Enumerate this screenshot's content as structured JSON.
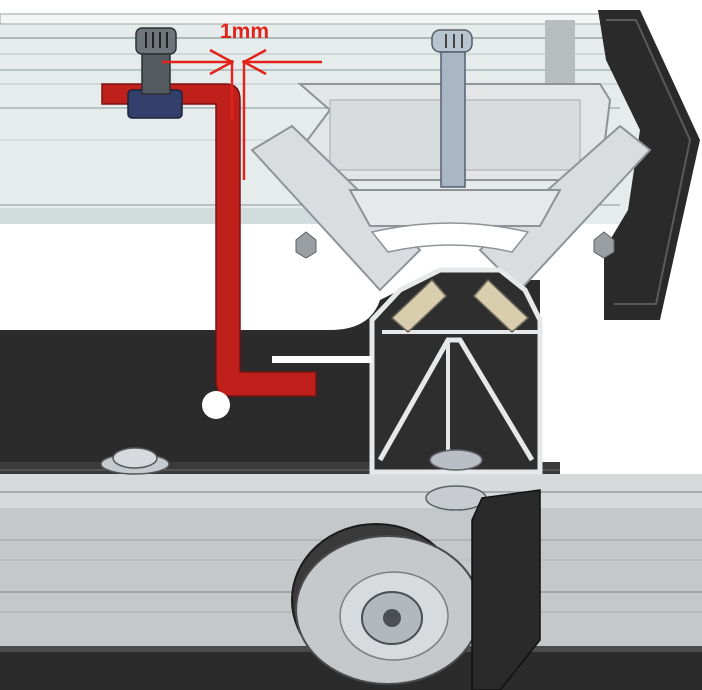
{
  "annotation": {
    "gap_label": "1mm",
    "color": "#e2231a"
  },
  "colors": {
    "frame_dark": "#262626",
    "aluminium": "#d9dcdf",
    "aluminium_edge": "#8e9398",
    "glass_tint": "#dde8e9",
    "bracket_red": "#c0201c",
    "screw_steel": "#a9b6c6",
    "spacer_tan": "#d8ceae",
    "screw_dark": "#33406b"
  },
  "parts": [
    "top-rail",
    "l-bracket",
    "y-mount",
    "v-profile",
    "carriage-wheel",
    "side-plate"
  ]
}
